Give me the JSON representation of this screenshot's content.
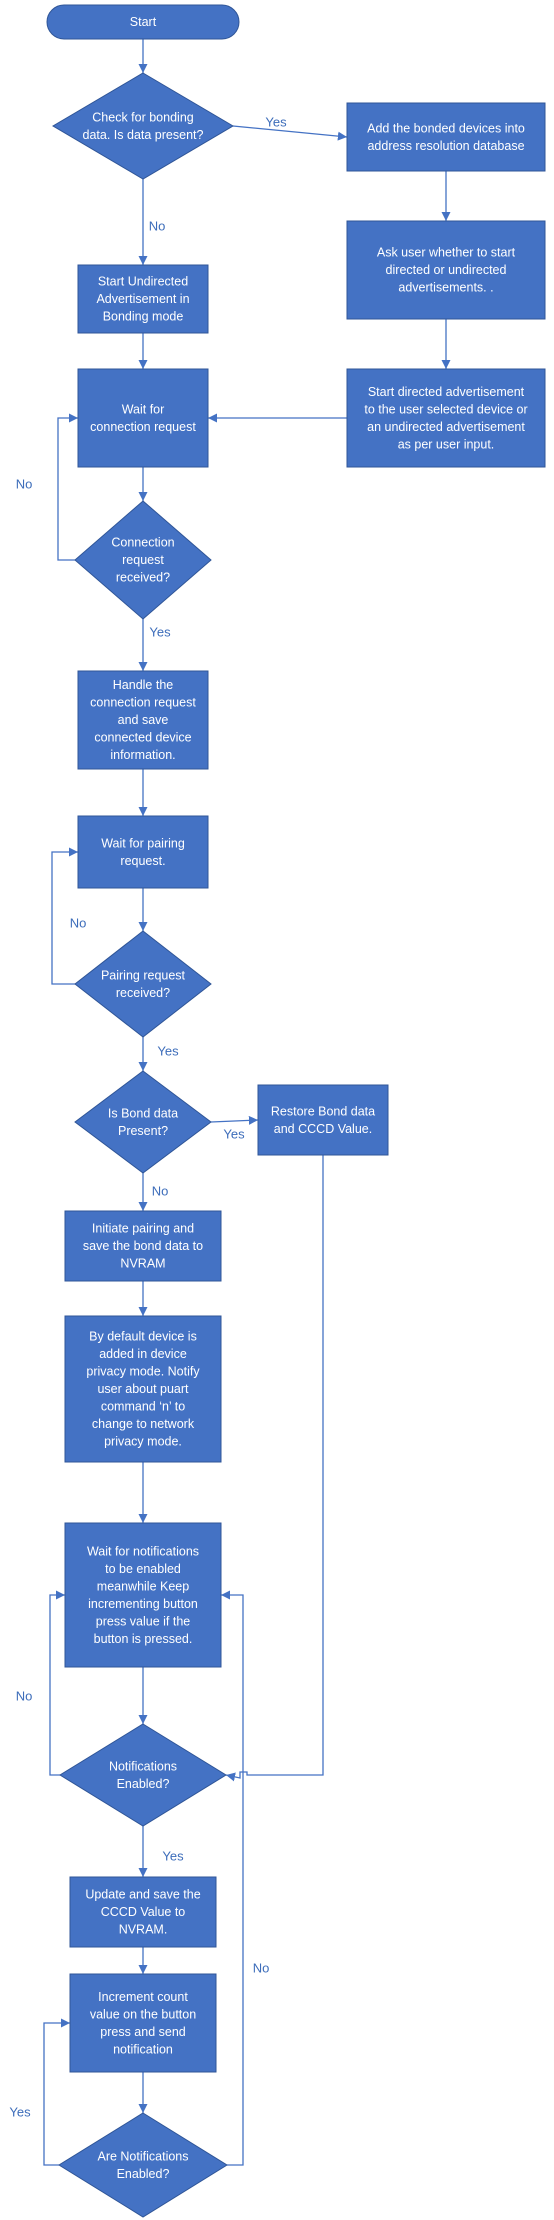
{
  "nodes": {
    "start": "Start",
    "check_bonding": [
      "Check for bonding",
      "data. Is data present?"
    ],
    "add_bonded": [
      "Add the bonded devices into",
      "address resolution database"
    ],
    "ask_user": [
      "Ask user whether to start",
      "directed or undirected",
      "advertisements. ."
    ],
    "start_undirected": [
      "Start Undirected",
      "Advertisement in",
      "Bonding mode"
    ],
    "start_directed": [
      "Start directed advertisement",
      "to the user selected device or",
      "an undirected advertisement",
      "as per user input."
    ],
    "wait_connection": [
      "Wait for",
      "connection request"
    ],
    "connection_received": [
      "Connection",
      "request",
      "received?"
    ],
    "handle_connection": [
      "Handle the",
      "connection request",
      "and save",
      "connected device",
      "information."
    ],
    "wait_pairing": [
      "Wait for pairing",
      "request."
    ],
    "pairing_received": [
      "Pairing request",
      "received?"
    ],
    "bond_present": [
      "Is Bond data",
      "Present?"
    ],
    "restore_bond": [
      "Restore Bond data",
      "and CCCD Value."
    ],
    "initiate_pairing": [
      "Initiate pairing and",
      "save the bond data to",
      "NVRAM"
    ],
    "default_privacy": [
      "By default device is",
      "added in device",
      "privacy mode. Notify",
      "user about puart",
      "command ‘n’ to",
      "change to network",
      "privacy mode."
    ],
    "wait_notifications": [
      "Wait for notifications",
      "to be enabled",
      "meanwhile Keep",
      "incrementing button",
      "press value if the",
      "button is pressed."
    ],
    "notifications_enabled": [
      "Notifications",
      "Enabled?"
    ],
    "update_cccd": [
      "Update and save the",
      "CCCD Value to",
      "NVRAM."
    ],
    "increment_count": [
      "Increment count",
      "value on the button",
      "press and send",
      "notification"
    ],
    "are_notifications_enabled": [
      "Are Notifications",
      "Enabled?"
    ]
  },
  "edge_labels": {
    "check_yes": "Yes",
    "check_no": "No",
    "connection_no": "No",
    "connection_yes": "Yes",
    "pairing_no": "No",
    "pairing_yes": "Yes",
    "bond_yes": "Yes",
    "bond_no": "No",
    "notifications_no": "No",
    "notifications_yes": "Yes",
    "are_notifications_no": "No",
    "are_notifications_yes": "Yes"
  },
  "colors": {
    "shape_fill": "#4472c4",
    "shape_stroke": "#2f5597",
    "connector": "#4472c4",
    "edge_label": "#3d6dba"
  }
}
